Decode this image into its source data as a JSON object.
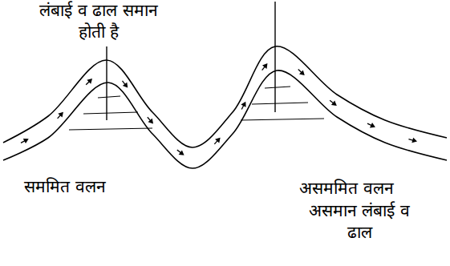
{
  "diagram": {
    "labels": [
      "लंबाई व ढाल समान होती है",
      "सममित वलन",
      "असममित वलन",
      "असमान लंबाई व ढाल"
    ]
  }
}
